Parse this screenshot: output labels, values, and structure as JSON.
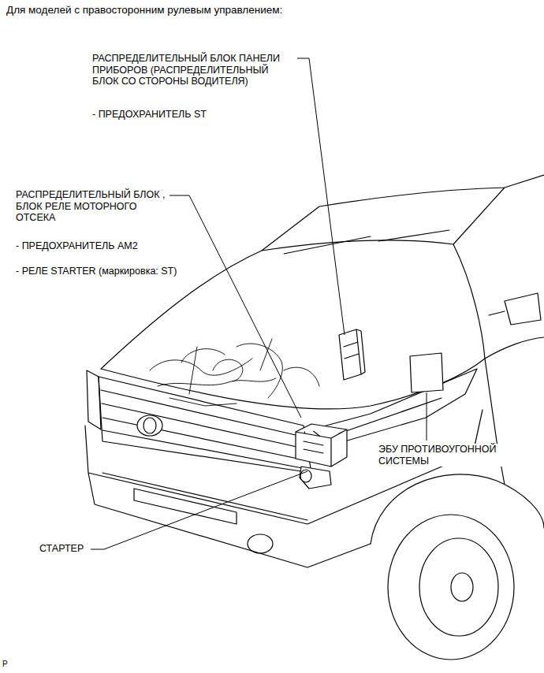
{
  "diagram": {
    "title": "Для моделей с правосторонним рулевым управлением:",
    "labels": [
      "РАСПРЕДЕЛИТЕЛЬНЫЙ БЛОК ПАНЕЛИ ПРИБОРОВ (РАСПРЕДЕЛИТЕЛЬНЫЙ БЛОК СО СТОРОНЫ ВОДИТЕЛЯ)",
      "- ПРЕДОХРАНИТЕЛЬ ST",
      "РАСПРЕДЕЛИТЕЛЬНЫЙ БЛОК , БЛОК РЕЛЕ МОТОРНОГО ОТСЕКА",
      "- ПРЕДОХРАНИТЕЛЬ AM2",
      "- РЕЛЕ STARTER (маркировка: ST)",
      "ЭБУ ПРОТИВОУГОННОЙ СИСТЕМЫ",
      "СТАРТЕР",
      "P"
    ]
  }
}
